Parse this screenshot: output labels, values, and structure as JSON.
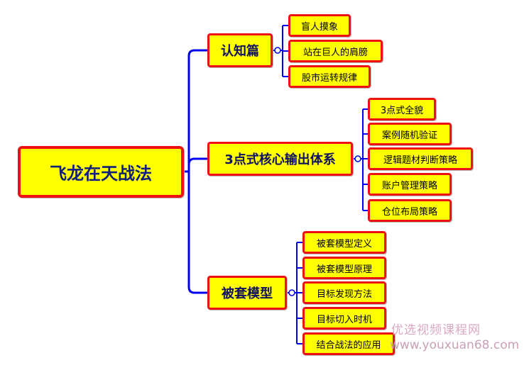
{
  "mindmap": {
    "root": "飞龙在天战法",
    "branches": [
      {
        "label": "认知篇",
        "children": [
          "盲人摸象",
          "站在巨人的肩膀",
          "股市运转规律"
        ]
      },
      {
        "label": "3点式核心输出体系",
        "children": [
          "3点式全貌",
          "案例随机验证",
          "逻辑题材判断策略",
          "账户管理策略",
          "仓位布局策略"
        ]
      },
      {
        "label": "被套模型",
        "children": [
          "被套模型定义",
          "被套模型原理",
          "目标发现方法",
          "目标切入时机",
          "结合战法的应用"
        ]
      }
    ]
  },
  "watermark": {
    "line1": "优选视频课程网",
    "line2": "www.youxuan68.com"
  },
  "colors": {
    "node_fill": "#ffff00",
    "node_border": "#ee1111",
    "connector": "#0000ee",
    "root_text": "#10207a"
  }
}
